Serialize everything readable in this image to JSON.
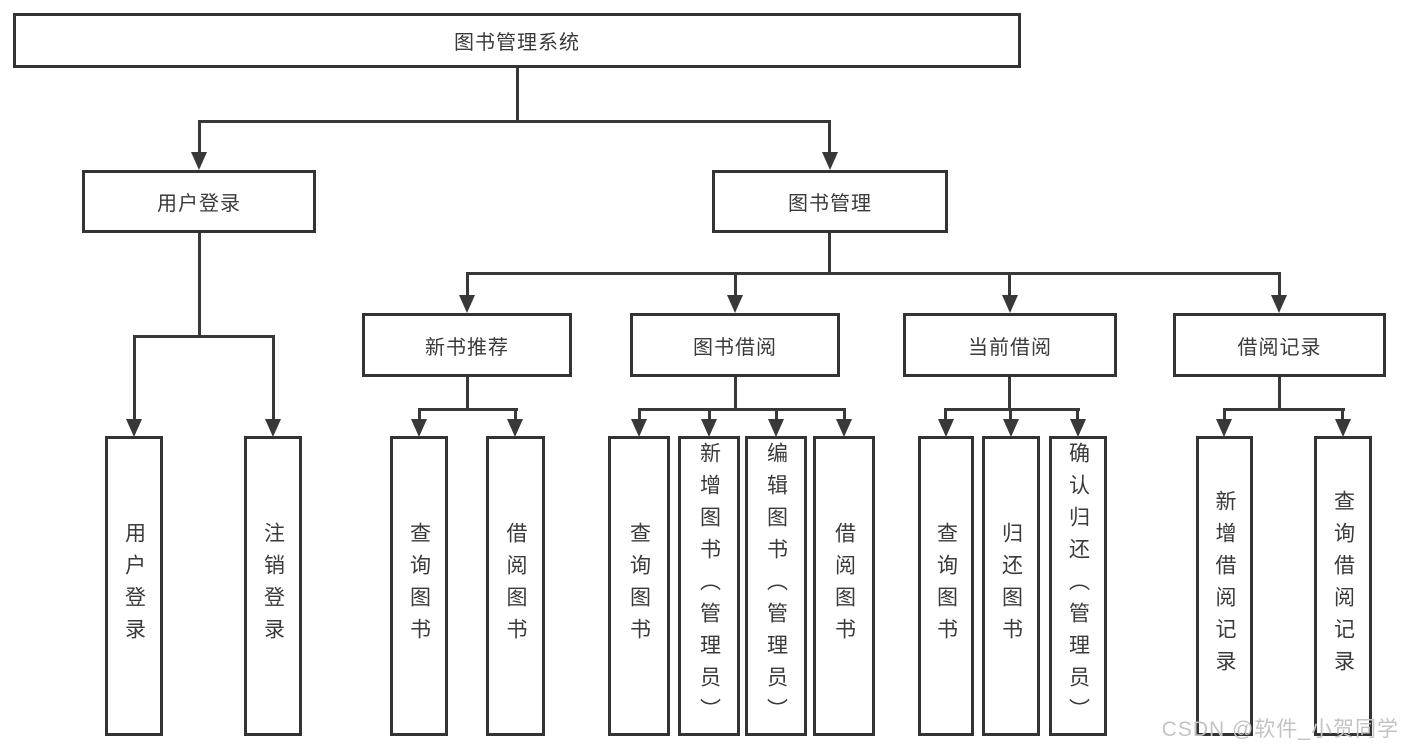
{
  "diagram": {
    "type": "function-hierarchy-tree",
    "colors": {
      "background": "#ffffff",
      "line": "#383838",
      "box_border": "#333333",
      "text": "#3a3a3a",
      "watermark": "#c3c3c3"
    },
    "watermark": {
      "text": "CSDN @软件_小贺同学"
    },
    "tree": {
      "label": "图书管理系统",
      "children": [
        {
          "label": "用户登录",
          "children": [
            {
              "label": "用户登录"
            },
            {
              "label": "注销登录"
            }
          ]
        },
        {
          "label": "图书管理",
          "children": [
            {
              "label": "新书推荐",
              "children": [
                {
                  "label": "查询图书"
                },
                {
                  "label": "借阅图书"
                }
              ]
            },
            {
              "label": "图书借阅",
              "children": [
                {
                  "label": "查询图书"
                },
                {
                  "label": "新增图书（管理员）"
                },
                {
                  "label": "编辑图书（管理员）"
                },
                {
                  "label": "借阅图书"
                }
              ]
            },
            {
              "label": "当前借阅",
              "children": [
                {
                  "label": "查询图书"
                },
                {
                  "label": "归还图书"
                },
                {
                  "label": "确认归还（管理员）"
                }
              ]
            },
            {
              "label": "借阅记录",
              "children": [
                {
                  "label": "新增借阅记录"
                },
                {
                  "label": "查询借阅记录"
                }
              ]
            }
          ]
        }
      ]
    }
  }
}
